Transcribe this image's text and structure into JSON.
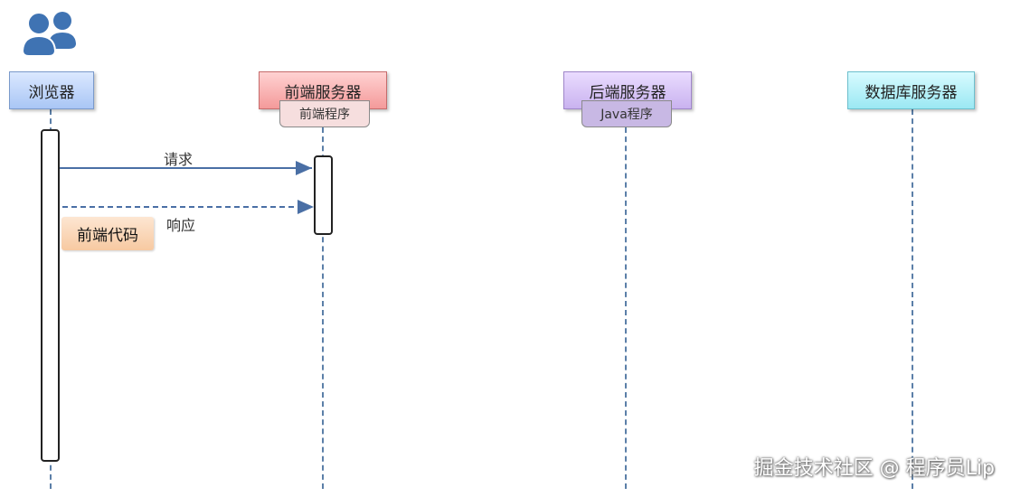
{
  "participants": {
    "browser": "浏览器",
    "frontend_server": "前端服务器",
    "backend_server": "后端服务器",
    "database_server": "数据库服务器"
  },
  "sub_labels": {
    "frontend_program": "前端程序",
    "java_program": "Java程序"
  },
  "messages": {
    "request": "请求",
    "response": "响应"
  },
  "note": "前端代码",
  "watermark": "掘金技术社区 @ 程序员Lip",
  "icons": {
    "actor": "users-icon"
  }
}
